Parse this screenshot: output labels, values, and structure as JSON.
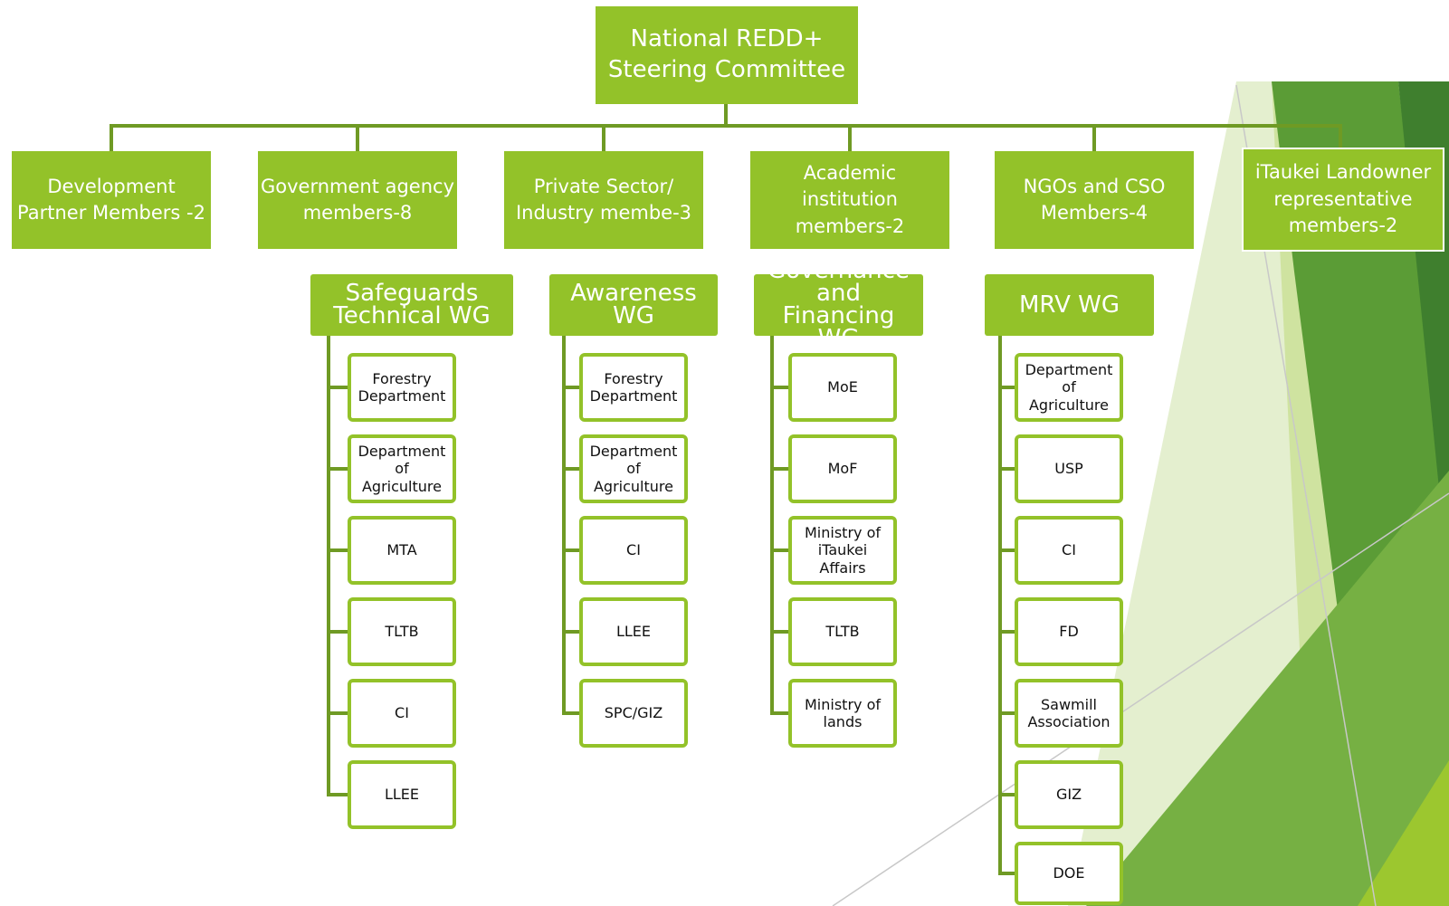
{
  "colors": {
    "box_fill": "#93c229",
    "connector": "#6f9a24",
    "item_border": "#93c229",
    "text_light": "#ffffff",
    "text_dark": "#111111"
  },
  "top": {
    "text": "National REDD+\nSteering Committee"
  },
  "groups": [
    {
      "text": "Development\nPartner Members -2"
    },
    {
      "text": "Government agency\nmembers-8"
    },
    {
      "text": "Private Sector/\nIndustry membe-3"
    },
    {
      "text": "Academic\ninstitution\nmembers-2"
    },
    {
      "text": "NGOs and CSO\nMembers-4"
    },
    {
      "text": "iTaukei Landowner\nrepresentative\nmembers-2"
    }
  ],
  "working_groups": [
    {
      "title": "Safeguards\nTechnical WG",
      "items": [
        "Forestry\nDepartment",
        "Department\nof\nAgriculture",
        "MTA",
        "TLTB",
        "CI",
        "LLEE"
      ]
    },
    {
      "title": "Awareness\nWG",
      "items": [
        "Forestry\nDepartment",
        "Department\nof\nAgriculture",
        "CI",
        "LLEE",
        "SPC/GIZ"
      ]
    },
    {
      "title": "Governance\nand Financing\nWG",
      "items": [
        "MoE",
        "MoF",
        "Ministry of\niTaukei\nAffairs",
        "TLTB",
        "Ministry of\nlands"
      ]
    },
    {
      "title": "MRV WG",
      "items": [
        "Department\nof\nAgriculture",
        "USP",
        "CI",
        "FD",
        "Sawmill\nAssociation",
        "GIZ",
        "DOE"
      ]
    }
  ]
}
